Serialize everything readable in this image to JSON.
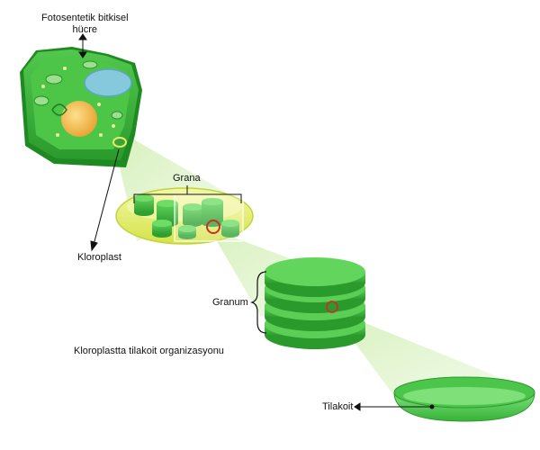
{
  "labels": {
    "cell_line1": "Fotosentetik bitkisel",
    "cell_line2": "hücre",
    "grana": "Grana",
    "chloroplast": "Kloroplast",
    "granum": "Granum",
    "caption": "Kloroplastta tilakoit organizasyonu",
    "thylakoid": "Tilakoit"
  },
  "colors": {
    "cell_green": "#37b238",
    "cell_dark": "#1f8a22",
    "nucleus": "#f3b74b",
    "vacuole": "#7fc4d8",
    "chloroplast_yellow": "#e4ef6a",
    "granum_green": "#46c03e",
    "highlight_red": "#c8302a",
    "beam": "#d8f0bd"
  }
}
